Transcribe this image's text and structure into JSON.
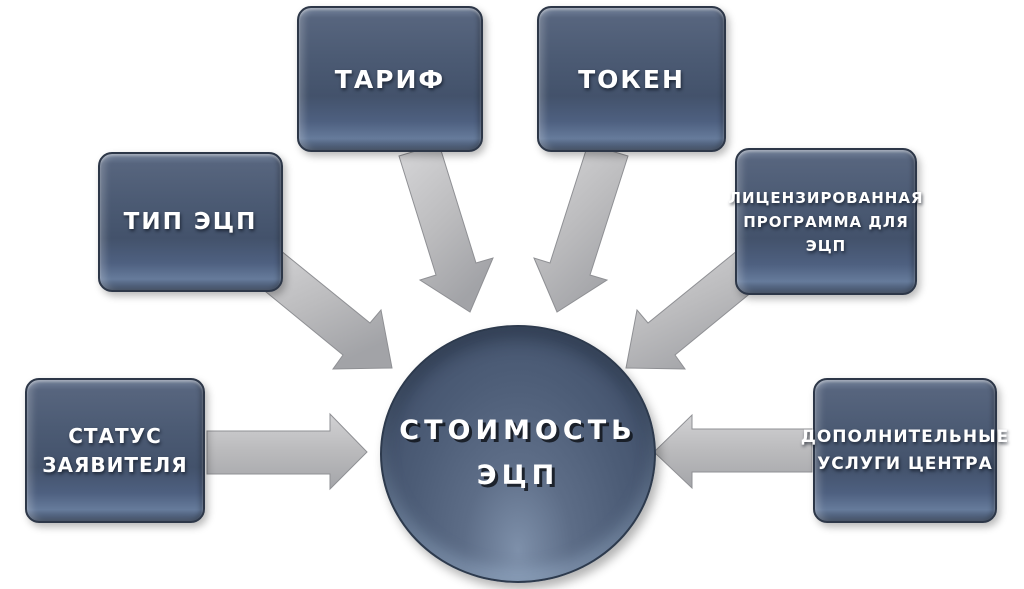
{
  "diagram": {
    "center": {
      "id": "stoimost-ecp",
      "label": "СТОИМОСТЬ ЭЦП"
    },
    "nodes": [
      {
        "id": "tarif",
        "label": "ТАРИФ"
      },
      {
        "id": "token",
        "label": "ТОКЕН"
      },
      {
        "id": "tip-ecp",
        "label": "ТИП ЭЦП"
      },
      {
        "id": "licensed-program",
        "label": "ЛИЦЕНЗИРОВАННАЯ ПРОГРАММА ДЛЯ ЭЦП"
      },
      {
        "id": "status-zayavitelya",
        "label": "СТАТУС ЗАЯВИТЕЛЯ"
      },
      {
        "id": "dop-uslugi",
        "label": "ДОПОЛНИТЕЛЬНЫЕ УСЛУГИ ЦЕНТРА"
      }
    ],
    "colors": {
      "background": "#ffffff",
      "node_fill_top": "#57657e",
      "node_fill_mid": "#43526b",
      "node_sheen": "#667b9b",
      "node_border": "#2d3748",
      "label_color": "#ffffff",
      "arrow_fill_light": "#d4d4d4",
      "arrow_fill_dark": "#a2a3a7",
      "arrow_outline": "#8f9094"
    }
  }
}
